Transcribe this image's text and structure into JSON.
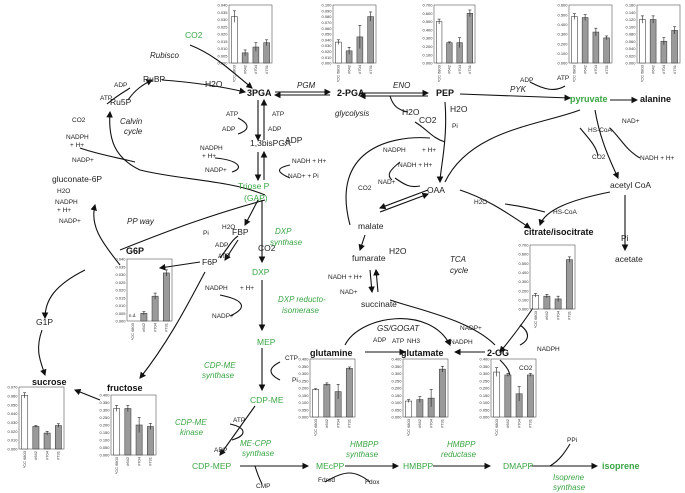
{
  "colors": {
    "green": "#3aa545",
    "ink": "#222222",
    "bar_white": "#ffffff",
    "bar_grey": "#9a9a9a"
  },
  "metabolites": {
    "co2_top": "CO2",
    "rubp": "RuBP",
    "ru5p": "Ru5P",
    "pga3": "3PGA",
    "pga2": "2-PGA",
    "pep": "PEP",
    "pyruvate": "pyruvate",
    "alanine": "alanine",
    "bispga": "1,3bisPGA",
    "triose": "Triose P",
    "gap": "(GAP)",
    "gluconate": "gluconate-6P",
    "g6p": "G6P",
    "f6p": "F6P",
    "fbp": "FBP",
    "dxp": "DXP",
    "mep": "MEP",
    "cdpme": "CDP-ME",
    "cdpmep": "CDP-MEP",
    "mecpp": "MEcPP",
    "hmbpp": "HMBPP",
    "dmapp": "DMAPP",
    "isoprene": "isoprene",
    "g1p": "G1P",
    "sucrose": "sucrose",
    "fructose": "fructose",
    "oaa": "OAA",
    "malate": "malate",
    "fumarate": "fumarate",
    "succinate": "succinate",
    "acetylcoa": "acetyl CoA",
    "citrate": "citrate/isocitrate",
    "acetate": "acetate",
    "glutamine": "glutamine",
    "glutamate": "glutamate",
    "og2": "2-OG"
  },
  "enzymes": {
    "rubisco": "Rubisco",
    "calvin1": "Calvin",
    "calvin2": "cycle",
    "pgm": "PGM",
    "glycolysis": "glycolysis",
    "eno": "ENO",
    "pyk": "PYK",
    "ppway": "PP way",
    "tca1": "TCA",
    "tca2": "cycle",
    "gsgogat": "GS/GOGAT",
    "dxps1": "DXP",
    "dxps2": "synthase",
    "dxr1": "DXP reducto-",
    "dxr2": "isomerase",
    "cdpmes1": "CDP-ME",
    "cdpmes2": "synthase",
    "cdpmek1": "CDP-ME",
    "cdpmek2": "kinase",
    "mecpps1": "ME-CPP",
    "mecpps2": "synthase",
    "hmbpps1": "HMBPP",
    "hmbpps2": "synthase",
    "hmbppr1": "HMBPP",
    "hmbppr2": "reductase",
    "isps1": "Isoprene",
    "isps2": "synthase"
  },
  "cofactors": {
    "h2o": "H2O",
    "adp": "ADP",
    "atp": "ATP",
    "co2": "CO2",
    "nadph": "NADPH",
    "h_plus": "+ H+",
    "nadp": "NADP+",
    "nadh": "NADH + H+",
    "nad": "NAD+",
    "nad_pi": "NAD+ + Pi",
    "pi": "Pi",
    "hscoa": "HS-CoA",
    "nh3": "NH3",
    "ctp": "CTP",
    "cmp": "CMP",
    "ppi": "PPi",
    "fdred": "Fdred",
    "fdox": "Fdox",
    "nd": "n.d."
  },
  "strains": [
    "PCC 6803",
    "#642",
    "#704",
    "#731"
  ],
  "chart_data": [
    {
      "id": "pga3",
      "type": "bar",
      "categories": [
        "PCC 6803",
        "#642",
        "#704",
        "#731"
      ],
      "values": [
        0.032,
        0.007,
        0.011,
        0.014
      ],
      "errors": [
        0.004,
        0.002,
        0.003,
        0.002
      ],
      "ticks": [
        "0.040",
        "0.035",
        "0.030",
        "0.025",
        "0.020",
        "0.015",
        "0.010",
        "0.005",
        "0.000"
      ],
      "ylim": [
        0,
        0.04
      ]
    },
    {
      "id": "pga2",
      "type": "bar",
      "categories": [
        "PCC 6803",
        "#642",
        "#704",
        "#731"
      ],
      "values": [
        0.036,
        0.021,
        0.045,
        0.08
      ],
      "errors": [
        0.004,
        0.006,
        0.02,
        0.008
      ],
      "ticks": [
        "0.100",
        "0.090",
        "0.080",
        "0.070",
        "0.060",
        "0.050",
        "0.040",
        "0.030",
        "0.020",
        "0.010",
        "0.000"
      ],
      "ylim": [
        0,
        0.1
      ]
    },
    {
      "id": "pep",
      "type": "bar",
      "categories": [
        "PCC 6803",
        "#642",
        "#704",
        "#731"
      ],
      "values": [
        0.5,
        0.245,
        0.245,
        0.6
      ],
      "errors": [
        0.03,
        0.01,
        0.06,
        0.04
      ],
      "ticks": [
        "0.700",
        "0.600",
        "0.500",
        "0.400",
        "0.300",
        "0.200",
        "0.100",
        "0.000"
      ],
      "ylim": [
        0,
        0.7
      ]
    },
    {
      "id": "pyruvate",
      "type": "bar",
      "categories": [
        "PCC 6803",
        "#642",
        "#704",
        "#731"
      ],
      "values": [
        0.48,
        0.47,
        0.32,
        0.26
      ],
      "errors": [
        0.03,
        0.03,
        0.04,
        0.02
      ],
      "ticks": [
        "0.600",
        "0.500",
        "0.400",
        "0.300",
        "0.200",
        "0.100",
        "0.000"
      ],
      "ylim": [
        0,
        0.6
      ]
    },
    {
      "id": "alanine",
      "type": "bar",
      "categories": [
        "PCC 6803",
        "#642",
        "#704",
        "#731"
      ],
      "values": [
        0.12,
        0.12,
        0.06,
        0.09
      ],
      "errors": [
        0.01,
        0.01,
        0.01,
        0.01
      ],
      "ticks": [
        "0.160",
        "0.140",
        "0.120",
        "0.100",
        "0.080",
        "0.060",
        "0.040",
        "0.020",
        "0.000"
      ],
      "ylim": [
        0,
        0.16
      ]
    },
    {
      "id": "citrate",
      "type": "bar",
      "categories": [
        "PCC 6803",
        "#642",
        "#704",
        "#731"
      ],
      "values": [
        0.15,
        0.14,
        0.11,
        0.54
      ],
      "errors": [
        0.02,
        0.02,
        0.03,
        0.03
      ],
      "ticks": [
        "0.700",
        "0.600",
        "0.500",
        "0.400",
        "0.300",
        "0.200",
        "0.100",
        "0.000"
      ],
      "ylim": [
        0,
        0.7
      ]
    },
    {
      "id": "glutamine",
      "type": "bar",
      "categories": [
        "PCC 6803",
        "#642",
        "#704",
        "#731"
      ],
      "values": [
        0.19,
        0.225,
        0.175,
        0.335
      ],
      "errors": [
        0.005,
        0.01,
        0.05,
        0.01
      ],
      "ticks": [
        "0.400",
        "0.350",
        "0.300",
        "0.250",
        "0.200",
        "0.150",
        "0.100",
        "0.050",
        "0.000"
      ],
      "ylim": [
        0,
        0.4
      ]
    },
    {
      "id": "glutamate",
      "type": "bar",
      "categories": [
        "PCC 6803",
        "#642",
        "#704",
        "#731"
      ],
      "values": [
        0.11,
        0.12,
        0.13,
        0.33
      ],
      "errors": [
        0.01,
        0.02,
        0.06,
        0.02
      ],
      "ticks": [
        "0.400",
        "0.350",
        "0.300",
        "0.250",
        "0.200",
        "0.150",
        "0.100",
        "0.050",
        "0.000"
      ],
      "ylim": [
        0,
        0.4
      ]
    },
    {
      "id": "og2",
      "type": "bar",
      "categories": [
        "PCC 6803",
        "#642",
        "#704",
        "#731"
      ],
      "values": [
        0.31,
        0.29,
        0.16,
        0.29
      ],
      "errors": [
        0.03,
        0.01,
        0.05,
        0.01
      ],
      "ticks": [
        "0.400",
        "0.350",
        "0.300",
        "0.250",
        "0.200",
        "0.150",
        "0.100",
        "0.050",
        "0.000"
      ],
      "ylim": [
        0,
        0.4
      ]
    },
    {
      "id": "g6p",
      "type": "bar",
      "categories": [
        "PCC 6803",
        "#642",
        "#704",
        "#731"
      ],
      "values": [
        0,
        0.005,
        0.016,
        0.031
      ],
      "errors": [
        0,
        0.001,
        0.002,
        0.002
      ],
      "labels": [
        "n.d.",
        "",
        "",
        ""
      ],
      "ticks": [
        "0.040",
        "0.035",
        "0.030",
        "0.025",
        "0.020",
        "0.015",
        "0.010",
        "0.005",
        "0.000"
      ],
      "ylim": [
        0,
        0.04
      ]
    },
    {
      "id": "sucrose",
      "type": "bar",
      "categories": [
        "PCC 6803",
        "#642",
        "#704",
        "#731"
      ],
      "values": [
        0.0605,
        0.0255,
        0.018,
        0.0265
      ],
      "errors": [
        0.003,
        0.001,
        0.002,
        0.002
      ],
      "ticks": [
        "0.070",
        "0.060",
        "0.050",
        "0.040",
        "0.030",
        "0.020",
        "0.010",
        "0.000"
      ],
      "ylim": [
        0,
        0.07
      ]
    },
    {
      "id": "fructose",
      "type": "bar",
      "categories": [
        "PCC 6803",
        "#642",
        "#704",
        "#731"
      ],
      "values": [
        0.31,
        0.31,
        0.2,
        0.19
      ],
      "errors": [
        0.02,
        0.02,
        0.05,
        0.02
      ],
      "ticks": [
        "0.400",
        "0.350",
        "0.300",
        "0.250",
        "0.200",
        "0.150",
        "0.100",
        "0.050",
        "0.000"
      ],
      "ylim": [
        0,
        0.4
      ]
    }
  ]
}
